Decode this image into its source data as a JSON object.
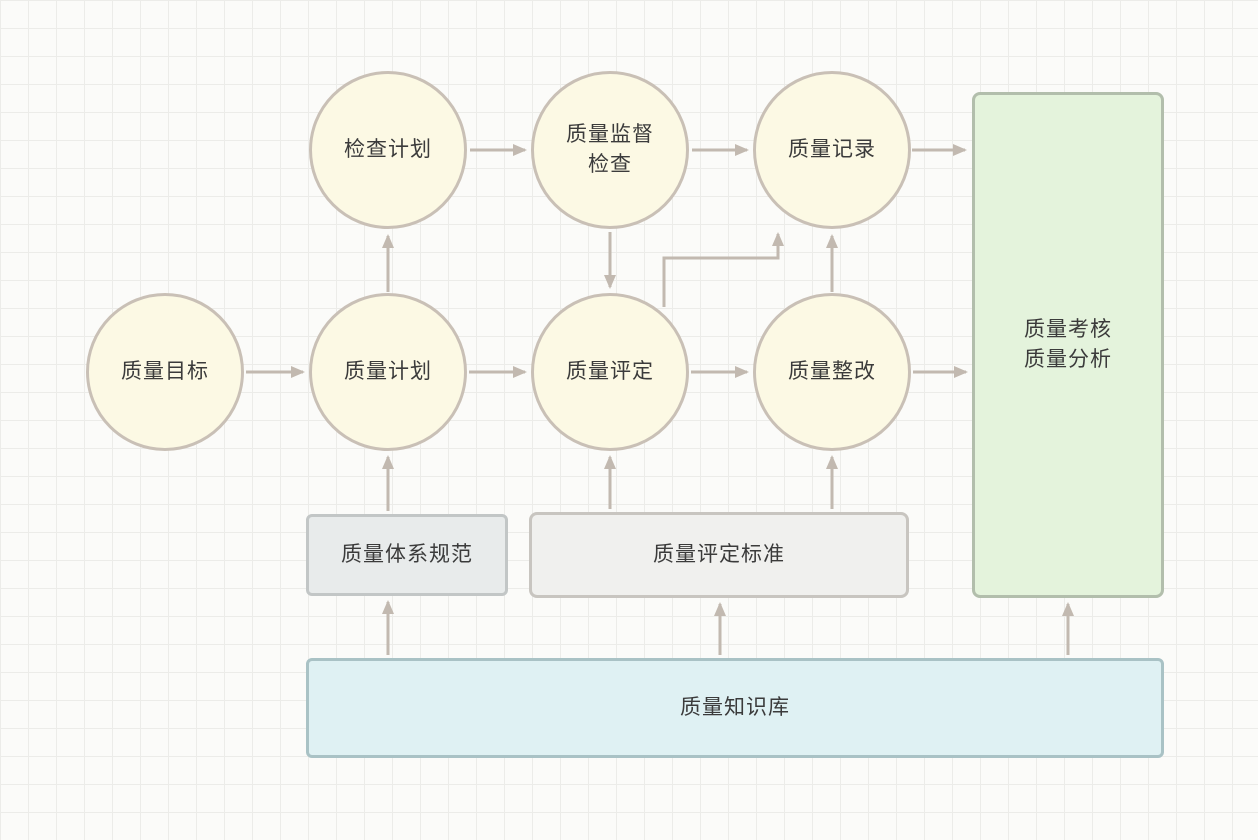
{
  "diagram": {
    "nodes": {
      "inspection_plan": {
        "label": "检查计划",
        "shape": "circle"
      },
      "supervision_inspection": {
        "label": "质量监督\n检查",
        "shape": "circle"
      },
      "quality_record": {
        "label": "质量记录",
        "shape": "circle"
      },
      "quality_objective": {
        "label": "质量目标",
        "shape": "circle"
      },
      "quality_plan": {
        "label": "质量计划",
        "shape": "circle"
      },
      "quality_assessment": {
        "label": "质量评定",
        "shape": "circle"
      },
      "quality_rectification": {
        "label": "质量整改",
        "shape": "circle"
      },
      "quality_review_analysis": {
        "label": "质量考核\n质量分析",
        "shape": "rect"
      },
      "quality_system_spec": {
        "label": "质量体系规范",
        "shape": "rect"
      },
      "quality_assessment_standard": {
        "label": "质量评定标准",
        "shape": "rect"
      },
      "quality_knowledge_base": {
        "label": "质量知识库",
        "shape": "rect"
      }
    },
    "edges": [
      {
        "from": "quality_objective",
        "to": "quality_plan"
      },
      {
        "from": "quality_plan",
        "to": "inspection_plan"
      },
      {
        "from": "quality_plan",
        "to": "quality_assessment"
      },
      {
        "from": "inspection_plan",
        "to": "supervision_inspection"
      },
      {
        "from": "supervision_inspection",
        "to": "quality_record"
      },
      {
        "from": "supervision_inspection",
        "to": "quality_assessment"
      },
      {
        "from": "quality_assessment",
        "to": "quality_record"
      },
      {
        "from": "quality_assessment",
        "to": "quality_rectification"
      },
      {
        "from": "quality_rectification",
        "to": "quality_record"
      },
      {
        "from": "quality_rectification",
        "to": "quality_review_analysis"
      },
      {
        "from": "quality_record",
        "to": "quality_review_analysis"
      },
      {
        "from": "quality_system_spec",
        "to": "quality_plan"
      },
      {
        "from": "quality_assessment_standard",
        "to": "quality_assessment"
      },
      {
        "from": "quality_assessment_standard",
        "to": "quality_rectification"
      },
      {
        "from": "quality_knowledge_base",
        "to": "quality_system_spec"
      },
      {
        "from": "quality_knowledge_base",
        "to": "quality_assessment_standard"
      },
      {
        "from": "quality_knowledge_base",
        "to": "quality_review_analysis"
      }
    ],
    "colors": {
      "circle_fill": "#fcf9e4",
      "circle_border": "#c9c0b6",
      "green_fill": "#e4f3dc",
      "green_border": "#b2beac",
      "gray_fill": "#e8ebeb",
      "gray_border": "#c2c6c6",
      "lightgray_fill": "#f0f0ee",
      "lightgray_border": "#c8c5c0",
      "cyan_fill": "#dff1f3",
      "cyan_border": "#a9c2c5",
      "arrow": "#c2b9b0",
      "text": "#3b3b3b",
      "grid_line": "#ecece9",
      "background": "#fbfbf9"
    }
  }
}
